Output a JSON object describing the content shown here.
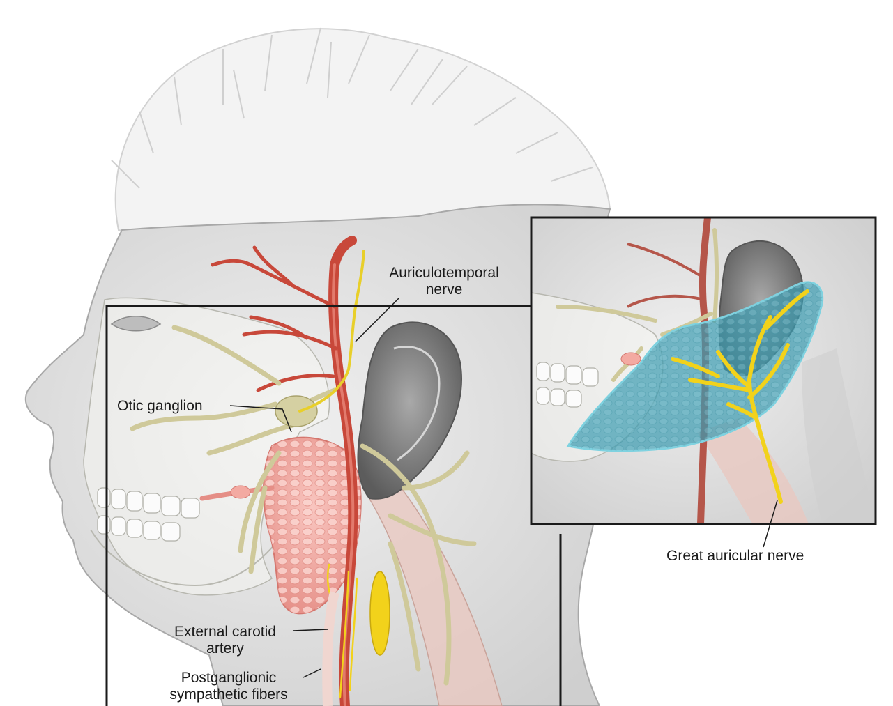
{
  "labels": {
    "auriculotemporal_nerve": [
      "Auriculotemporal",
      "nerve"
    ],
    "otic_ganglion": "Otic ganglion",
    "external_carotid_artery": [
      "External carotid",
      "artery"
    ],
    "postganglionic_fibers": [
      "Postganglionic",
      "sympathetic fibers"
    ],
    "great_auricular_nerve": "Great auricular nerve"
  },
  "colors": {
    "skin": "#e6e6e6",
    "hair": "#f2f2f2",
    "bone": "#f4f4f1",
    "artery": "#c8483a",
    "nerve_pale": "#cfc99a",
    "nerve_yellow": "#f2d21b",
    "parotid_gland": "#f2a8a0",
    "parotid_highlight": "#4fa9b8",
    "muscle": "#e9c8c0",
    "frame": "#1a1a1a"
  }
}
